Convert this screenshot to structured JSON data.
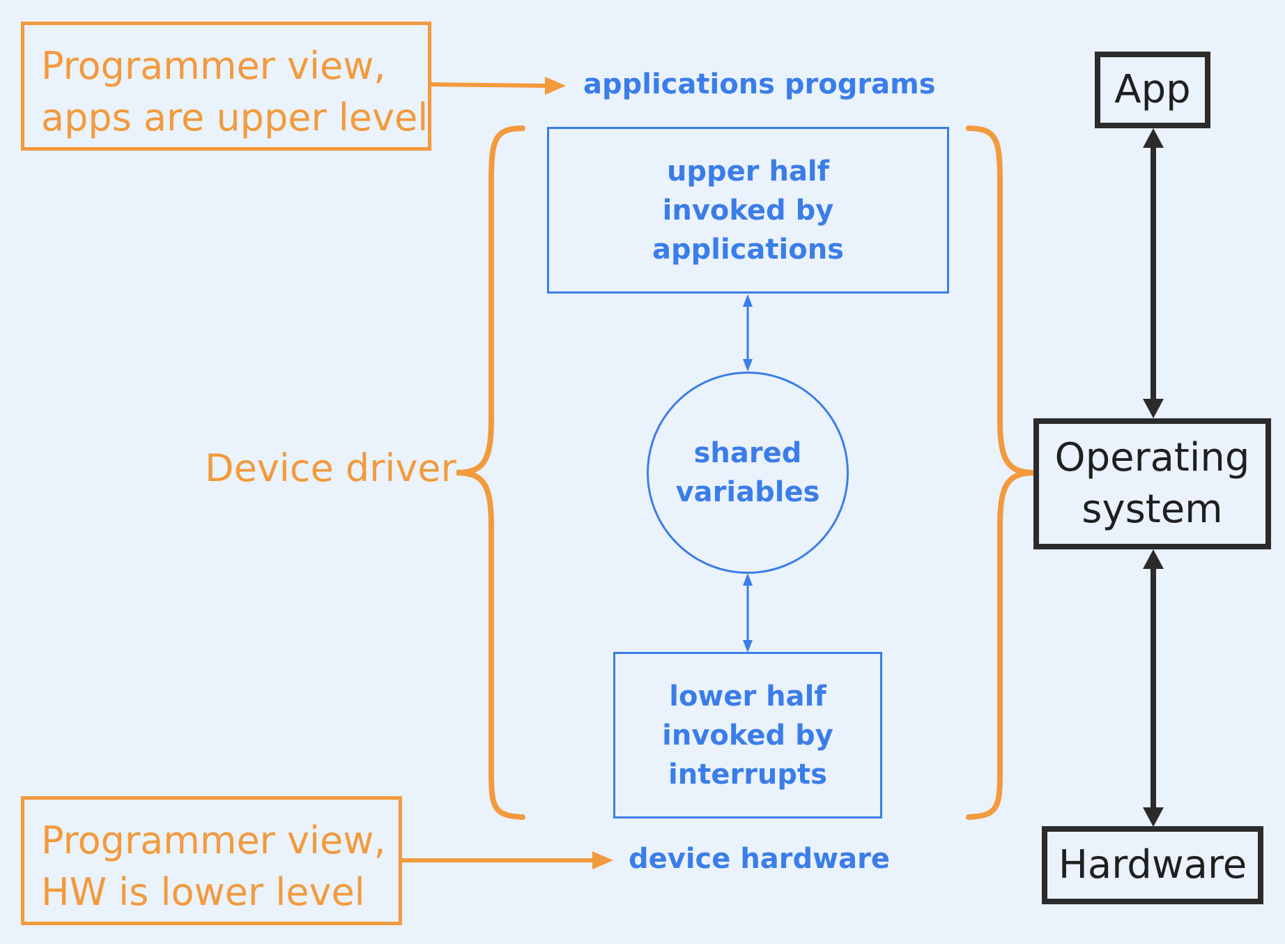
{
  "colors": {
    "background": "#eaf2fb",
    "orange": "#f29a3c",
    "blue": "#3b7de8",
    "black": "#2b2b2b"
  },
  "callouts": {
    "top": {
      "line1": "Programmer view,",
      "line2": "apps are upper level"
    },
    "bottom": {
      "line1": "Programmer view,",
      "line2": "HW is lower level"
    }
  },
  "driver": {
    "label": "Device driver",
    "top_label": "applications programs",
    "bottom_label": "device hardware",
    "upper_half": {
      "line1": "upper half",
      "line2": "invoked by",
      "line3": "applications"
    },
    "shared": {
      "line1": "shared",
      "line2": "variables"
    },
    "lower_half": {
      "line1": "lower half",
      "line2": "invoked by",
      "line3": "interrupts"
    }
  },
  "stack": {
    "app": "App",
    "os": {
      "line1": "Operating",
      "line2": "system"
    },
    "hardware": "Hardware"
  }
}
